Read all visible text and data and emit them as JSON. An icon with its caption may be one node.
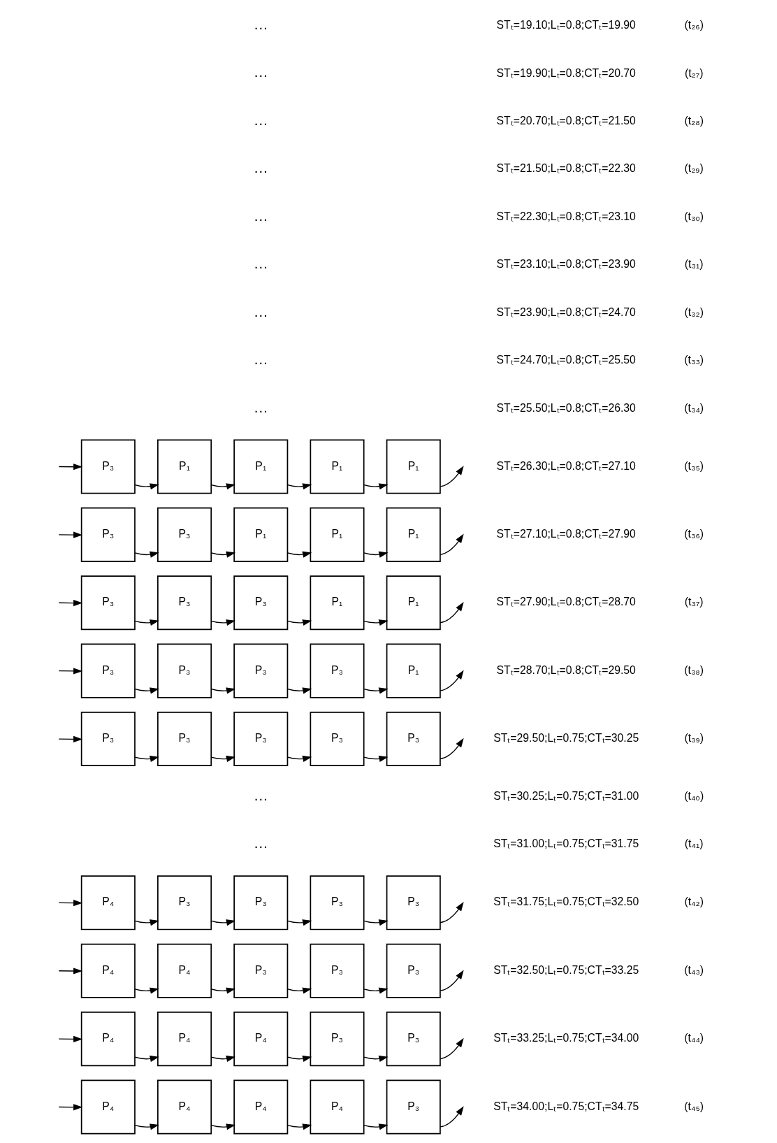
{
  "diagram": {
    "nodes": [
      {
        "text": [
          "P₃"
        ]
      },
      {
        "text": [
          "P₁"
        ]
      },
      {
        "text": [
          "P₁"
        ]
      },
      {
        "text": [
          "P₁"
        ]
      },
      {
        "text": [
          "P₁"
        ]
      },
      {
        "text": [
          "P₃"
        ]
      },
      {
        "text": [
          "P₃"
        ]
      },
      {
        "text": [
          "P₁"
        ]
      },
      {
        "text": [
          "P₁"
        ]
      },
      {
        "text": [
          "P₁"
        ]
      },
      {
        "text": [
          "P₃"
        ]
      },
      {
        "text": [
          "P₃"
        ]
      },
      {
        "text": [
          "P₃"
        ]
      },
      {
        "text": [
          "P₁"
        ]
      },
      {
        "text": [
          "P₁"
        ]
      },
      {
        "text": [
          "P₃"
        ]
      },
      {
        "text": [
          "P₃"
        ]
      },
      {
        "text": [
          "P₃"
        ]
      },
      {
        "text": [
          "P₃"
        ]
      },
      {
        "text": [
          "P₁"
        ]
      },
      {
        "text": [
          "P₃"
        ]
      },
      {
        "text": [
          "P₃"
        ]
      },
      {
        "text": [
          "P₃"
        ]
      },
      {
        "text": [
          "P₃"
        ]
      },
      {
        "text": [
          "P₃"
        ]
      },
      {
        "text": [
          "P₄"
        ]
      },
      {
        "text": [
          "P₃"
        ]
      },
      {
        "text": [
          "P₃"
        ]
      },
      {
        "text": [
          "P₃"
        ]
      },
      {
        "text": [
          "P₃"
        ]
      },
      {
        "text": [
          "P₄"
        ]
      },
      {
        "text": [
          "P₄"
        ]
      },
      {
        "text": [
          "P₃"
        ]
      },
      {
        "text": [
          "P₃"
        ]
      },
      {
        "text": [
          "P₃"
        ]
      },
      {
        "text": [
          "P₄"
        ]
      },
      {
        "text": [
          "P₄"
        ]
      },
      {
        "text": [
          "P₄"
        ]
      },
      {
        "text": [
          "P₃"
        ]
      },
      {
        "text": [
          "P₃"
        ]
      },
      {
        "text": [
          "P₄"
        ]
      },
      {
        "text": [
          "P₄"
        ]
      },
      {
        "text": [
          "P₄"
        ]
      },
      {
        "text": [
          "P₄"
        ]
      },
      {
        "text": [
          "P₃"
        ]
      }
    ],
    "edges": [
      {
        "from": null,
        "to": 0,
        "arrow": "to"
      },
      {
        "from": 0,
        "to": 1,
        "arrow": "to"
      },
      {
        "from": 1,
        "to": 2,
        "arrow": "to"
      },
      {
        "from": 2,
        "to": 3,
        "arrow": "to"
      },
      {
        "from": 3,
        "to": 4,
        "arrow": "to"
      },
      {
        "from": 4,
        "to": null,
        "arrow": "to"
      },
      {
        "from": null,
        "to": 5,
        "arrow": "to"
      },
      {
        "from": 5,
        "to": 6,
        "arrow": "to"
      },
      {
        "from": 6,
        "to": 7,
        "arrow": "to"
      },
      {
        "from": 7,
        "to": 8,
        "arrow": "to"
      },
      {
        "from": 8,
        "to": 9,
        "arrow": "to"
      },
      {
        "from": 9,
        "to": null,
        "arrow": "to"
      },
      {
        "from": null,
        "to": 10,
        "arrow": "to"
      },
      {
        "from": 10,
        "to": 11,
        "arrow": "to"
      },
      {
        "from": 11,
        "to": 12,
        "arrow": "to"
      },
      {
        "from": 12,
        "to": 13,
        "arrow": "to"
      },
      {
        "from": 13,
        "to": 14,
        "arrow": "to"
      },
      {
        "from": 14,
        "to": null,
        "arrow": "to"
      },
      {
        "from": null,
        "to": 15,
        "arrow": "to"
      },
      {
        "from": 15,
        "to": 16,
        "arrow": "to"
      },
      {
        "from": 16,
        "to": 17,
        "arrow": "to"
      },
      {
        "from": 17,
        "to": 18,
        "arrow": "to"
      },
      {
        "from": 18,
        "to": 19,
        "arrow": "to"
      },
      {
        "from": 19,
        "to": null,
        "arrow": "to"
      },
      {
        "from": null,
        "to": 20,
        "arrow": "to"
      },
      {
        "from": 20,
        "to": 21,
        "arrow": "to"
      },
      {
        "from": 21,
        "to": 22,
        "arrow": "to"
      },
      {
        "from": 22,
        "to": 23,
        "arrow": "to"
      },
      {
        "from": 23,
        "to": 24,
        "arrow": "to"
      },
      {
        "from": 24,
        "to": null,
        "arrow": "to"
      },
      {
        "from": null,
        "to": 25,
        "arrow": "to"
      },
      {
        "from": 25,
        "to": 26,
        "arrow": "to"
      },
      {
        "from": 26,
        "to": 27,
        "arrow": "to"
      },
      {
        "from": 27,
        "to": 28,
        "arrow": "to"
      },
      {
        "from": 28,
        "to": 29,
        "arrow": "to"
      },
      {
        "from": 29,
        "to": null,
        "arrow": "to"
      },
      {
        "from": null,
        "to": 30,
        "arrow": "to"
      },
      {
        "from": 30,
        "to": 31,
        "arrow": "to"
      },
      {
        "from": 31,
        "to": 32,
        "arrow": "to"
      },
      {
        "from": 32,
        "to": 33,
        "arrow": "to"
      },
      {
        "from": 33,
        "to": 34,
        "arrow": "to"
      },
      {
        "from": 34,
        "to": null,
        "arrow": "to"
      },
      {
        "from": null,
        "to": 35,
        "arrow": "to"
      },
      {
        "from": 35,
        "to": 36,
        "arrow": "to"
      },
      {
        "from": 36,
        "to": 37,
        "arrow": "to"
      },
      {
        "from": 37,
        "to": 38,
        "arrow": "to"
      },
      {
        "from": 38,
        "to": 39,
        "arrow": "to"
      },
      {
        "from": 39,
        "to": null,
        "arrow": "to"
      },
      {
        "from": null,
        "to": 40,
        "arrow": "to"
      },
      {
        "from": 40,
        "to": 41,
        "arrow": "to"
      },
      {
        "from": 41,
        "to": 42,
        "arrow": "to"
      },
      {
        "from": 42,
        "to": 43,
        "arrow": "to"
      },
      {
        "from": 43,
        "to": 44,
        "arrow": "to"
      },
      {
        "from": 44,
        "to": null,
        "arrow": "to"
      }
    ],
    "labels": [
      "…",
      "STₜ=19.10;Lₜ=0.8;CTₜ=19.90",
      "(t₂₆)",
      "…",
      "STₜ=19.90;Lₜ=0.8;CTₜ=20.70",
      "(t₂₇)",
      "…",
      "STₜ=20.70;Lₜ=0.8;CTₜ=21.50",
      "(t₂₈)",
      "…",
      "STₜ=21.50;Lₜ=0.8;CTₜ=22.30",
      "(t₂₉)",
      "…",
      "STₜ=22.30;Lₜ=0.8;CTₜ=23.10",
      "(t₃₀)",
      "…",
      "STₜ=23.10;Lₜ=0.8;CTₜ=23.90",
      "(t₃₁)",
      "…",
      "STₜ=23.90;Lₜ=0.8;CTₜ=24.70",
      "(t₃₂)",
      "…",
      "STₜ=24.70;Lₜ=0.8;CTₜ=25.50",
      "(t₃₃)",
      "…",
      "STₜ=25.50;Lₜ=0.8;CTₜ=26.30",
      "(t₃₄)",
      "STₜ=26.30;Lₜ=0.8;CTₜ=27.10",
      "(t₃₅)",
      "STₜ=27.10;Lₜ=0.8;CTₜ=27.90",
      "(t₃₆)",
      "STₜ=27.90;Lₜ=0.8;CTₜ=28.70",
      "(t₃₇)",
      "STₜ=28.70;Lₜ=0.8;CTₜ=29.50",
      "(t₃₈)",
      "STₜ=29.50;Lₜ=0.75;CTₜ=30.25",
      "(t₃₉)",
      "…",
      "STₜ=30.25;Lₜ=0.75;CTₜ=31.00",
      "(t₄₀)",
      "…",
      "STₜ=31.00;Lₜ=0.75;CTₜ=31.75",
      "(t₄₁)",
      "STₜ=31.75;Lₜ=0.75;CTₜ=32.50",
      "(t₄₂)",
      "STₜ=32.50;Lₜ=0.75;CTₜ=33.25",
      "(t₄₃)",
      "STₜ=33.25;Lₜ=0.75;CTₜ=34.00",
      "(t₄₄)",
      "STₜ=34.00;Lₜ=0.75;CTₜ=34.75",
      "(t₄₅)"
    ]
  }
}
